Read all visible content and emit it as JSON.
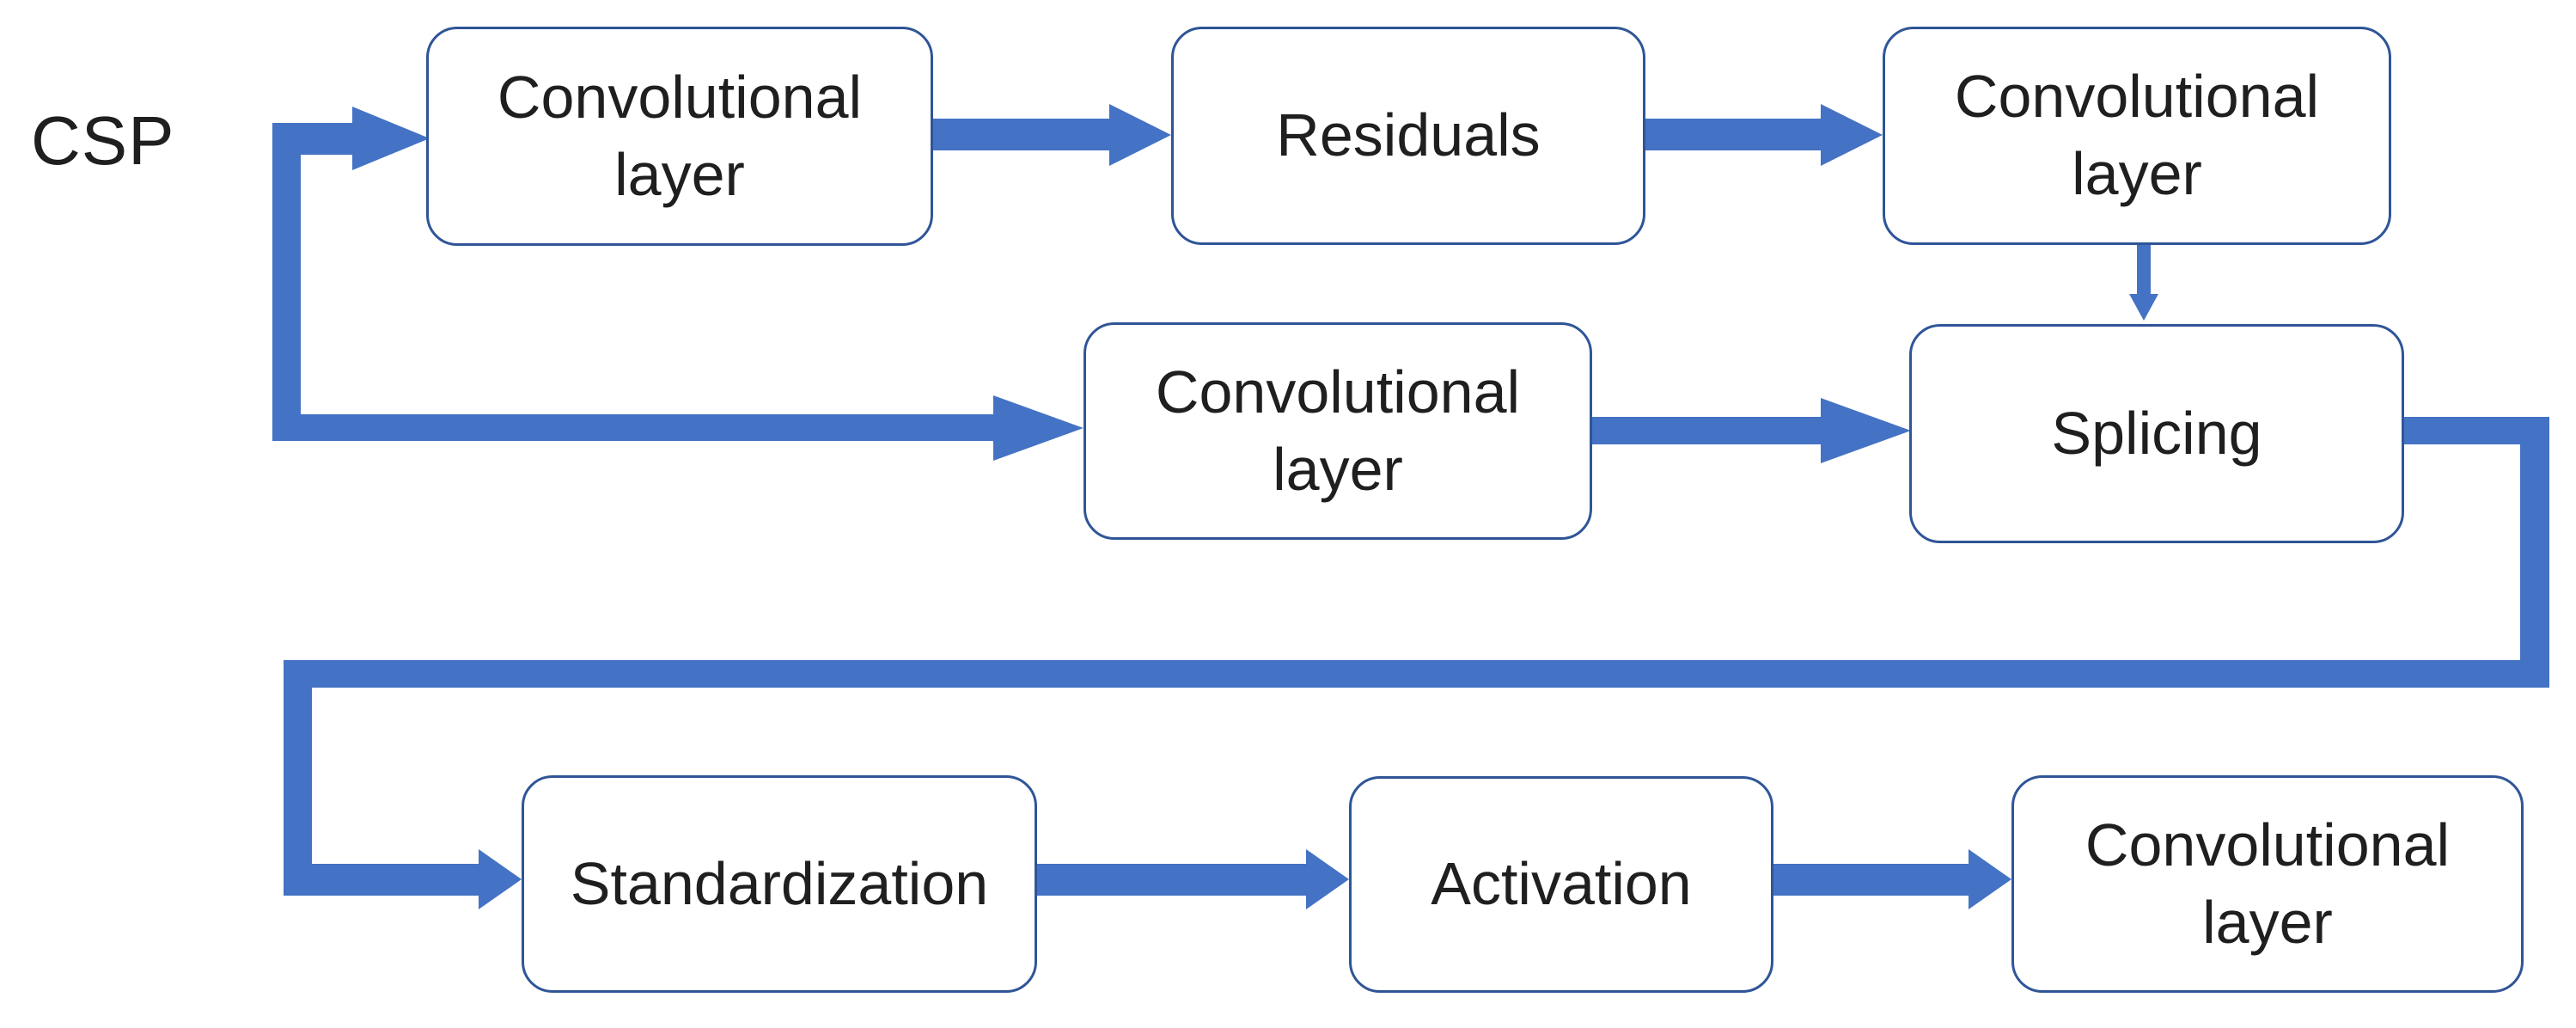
{
  "colors": {
    "arrow_color": "#4472C4",
    "node_border_color": "#2F5597",
    "node_fill_color": "#FFFFFF",
    "label_color": "#1F1F1F",
    "background_color": "#FFFFFF"
  },
  "diagram": {
    "input_label": "CSP",
    "nodes": [
      {
        "id": "conv-top-left",
        "label": "Convolutional layer"
      },
      {
        "id": "residuals",
        "label": "Residuals"
      },
      {
        "id": "conv-top-right",
        "label": "Convolutional layer"
      },
      {
        "id": "conv-middle",
        "label": "Convolutional layer"
      },
      {
        "id": "splicing",
        "label": "Splicing"
      },
      {
        "id": "standardization",
        "label": "Standardization"
      },
      {
        "id": "activation",
        "label": "Activation"
      },
      {
        "id": "conv-bottom-right",
        "label": "Convolutional layer"
      }
    ],
    "edges": [
      {
        "from": "csp",
        "to": "conv-top-left"
      },
      {
        "from": "conv-top-left",
        "to": "residuals"
      },
      {
        "from": "residuals",
        "to": "conv-top-right"
      },
      {
        "from": "conv-top-right",
        "to": "splicing"
      },
      {
        "from": "csp",
        "to": "conv-middle"
      },
      {
        "from": "conv-middle",
        "to": "splicing"
      },
      {
        "from": "splicing",
        "to": "standardization"
      },
      {
        "from": "standardization",
        "to": "activation"
      },
      {
        "from": "activation",
        "to": "conv-bottom-right"
      }
    ]
  }
}
